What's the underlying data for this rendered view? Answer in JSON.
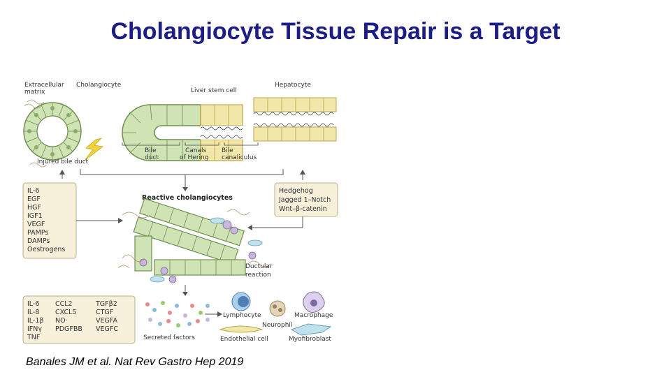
{
  "slide": {
    "title": "Cholangiocyte Tissue Repair is a Target",
    "citation": "Banales JM et al. Nat Rev Gastro Hep 2019"
  },
  "figure": {
    "labels": {
      "extracellular_matrix_1": "Extracellular",
      "extracellular_matrix_2": "matrix",
      "cholangiocyte": "Cholangiocyte",
      "liver_stem_cell": "Liver stem cell",
      "hepatocyte": "Hepatocyte",
      "injured_bile_duct": "Injured bile duct",
      "bile_duct_1": "Bile",
      "bile_duct_2": "duct",
      "canals_of_hering_1": "Canals",
      "canals_of_hering_2": "of Hering",
      "bile_canaliculus_1": "Bile",
      "bile_canaliculus_2": "canaliculus",
      "reactive_cholangiocytes": "Reactive cholangiocytes",
      "ductular_reaction_1": "Ductular",
      "ductular_reaction_2": "reaction",
      "secreted_factors": "Secreted factors",
      "lymphocyte": "Lymphocyte",
      "macrophage": "Macrophage",
      "neurophil": "Neurophil",
      "endothelial_cell": "Endothelial cell",
      "myofibroblast": "Myofibroblast"
    },
    "left_box_items": [
      "IL-6",
      "EGF",
      "HGF",
      "IGF1",
      "VEGF",
      "PAMPs",
      "DAMPs",
      "Oestrogens"
    ],
    "right_box_items": [
      "Hedgehog",
      "Jagged 1–Notch",
      "Wnt–β-catenin"
    ],
    "bottom_box_col1": [
      "IL-6",
      "IL-8",
      "IL-1β",
      "IFNγ",
      "TNF"
    ],
    "bottom_box_col2": [
      "CCL2",
      "CXCL5",
      "NO·",
      "PDGFBB"
    ],
    "bottom_box_col3": [
      "TGFβ2",
      "CTGF",
      "VEGFA",
      "VEGFC"
    ],
    "colors": {
      "title": "#1c1c8c",
      "box_fill": "#f7f1dc",
      "box_stroke": "#b9ad84",
      "cell_green": "#cfe3b4",
      "cell_stroke": "#6f8f4f",
      "hepatocyte_yellow": "#f1e7a8"
    }
  }
}
